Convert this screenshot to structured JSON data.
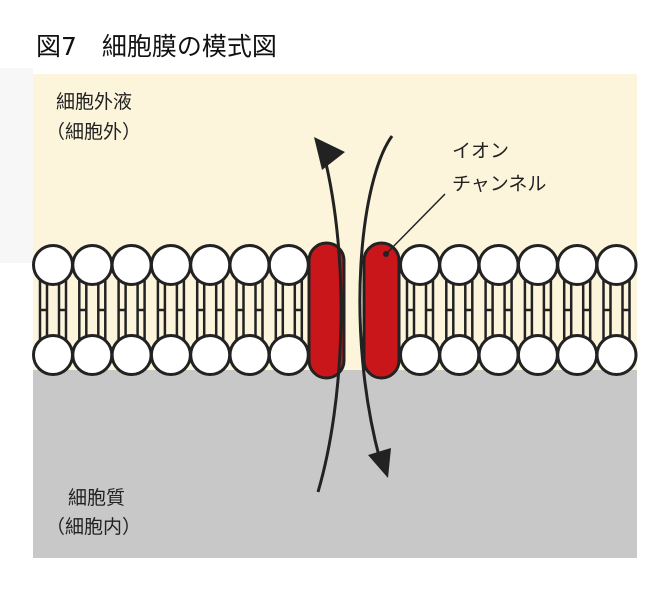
{
  "title": "図7　細胞膜の模式図",
  "labels": {
    "extracellular_line1": "細胞外液",
    "extracellular_line2": "（細胞外）",
    "channel_line1": "イオン",
    "channel_line2": "チャンネル",
    "cytoplasm_line1": "細胞質",
    "cytoplasm_line2": "（細胞内）"
  },
  "colors": {
    "extracellular": "#fcf5dc",
    "cytoplasm": "#c8c8c8",
    "channel": "#c8161a",
    "outline": "#222222"
  },
  "lipids_left_count": 7,
  "lipids_right_count": 6
}
